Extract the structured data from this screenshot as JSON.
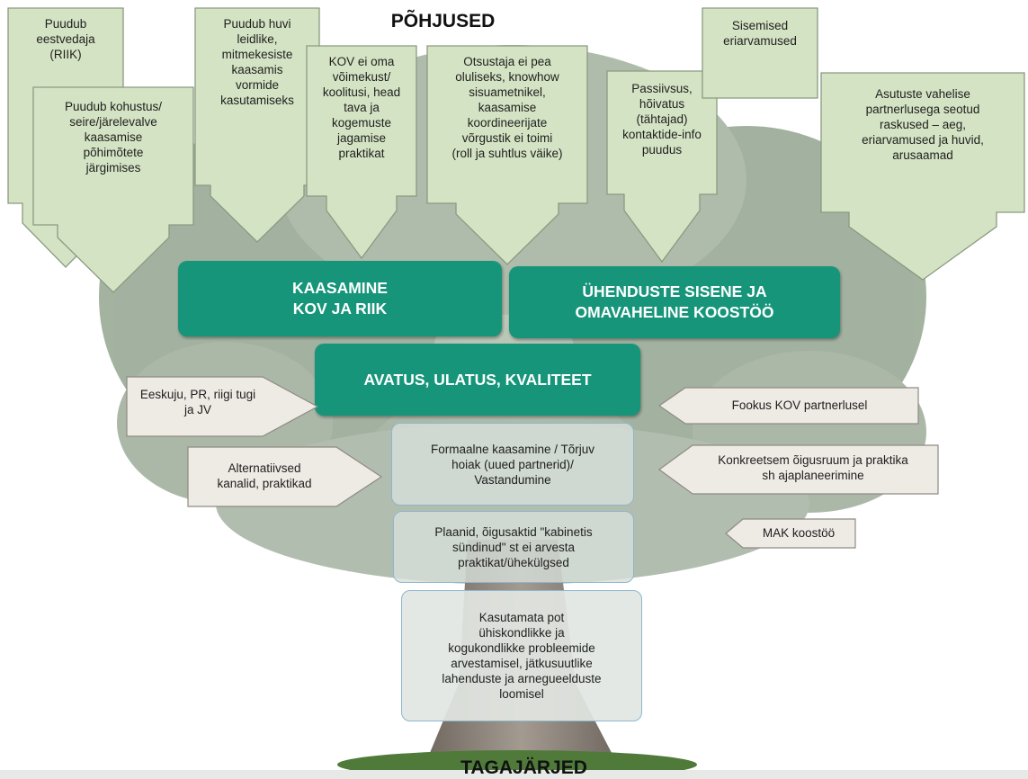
{
  "titles": {
    "top": "PÕHJUSED",
    "bottom": "TAGAJÄRJED"
  },
  "causes": {
    "c1": "Puudub\neestvedaja\n(RIIK)",
    "c2": "Puudub kohustus/\nseire/järelevalve\nkaasamise\npõhimõtete\njärgimises",
    "c3": "Puudub huvi\nleidlike,\nmitmekesiste\nkaasamis\nvormide\nkasutamiseks",
    "c4": "KOV ei oma\nvõimekust/\nkoolitusi, head\ntava ja\nkogemuste\njagamise\npraktikat",
    "c5": "Otsustaja ei pea\noluliseks, knowhow\nsisuametnikel,\nkaasamise\nkoordineerijate\nvõrgustik ei toimi\n(roll ja suhtlus väike)",
    "c6": "Passiivsus,\nhõivatus\n(tähtajad)\nkontaktide-info\npuudus",
    "c7": "Sisemised\neriarvamused",
    "c8": "Asutuste vahelise\npartnerlusega seotud\nraskused – aeg,\neriarvamused ja huvid,\narusaamad"
  },
  "core": {
    "left": "KAASAMINE\nKOV JA RIIK",
    "right": "ÜHENDUSTE SISENE JA\nOMAVAHELINE KOOSTÖÖ",
    "center": "AVATUS, ULATUS, KVALITEET"
  },
  "trunk": {
    "t1": "Formaalne kaasamine / Tõrjuv\nhoiak  (uued partnerid)/\nVastandumine",
    "t2": "Plaanid, õigusaktid \"kabinetis\nsündinud\" st ei arvesta\npraktikat/ühekülgsed",
    "t3": "Kasutamata pot\nühiskondlikke ja\nkogukondlikke probleemide\narvestamisel, jätkusuutlike\nlahenduste ja arnegueelduste\nloomisel"
  },
  "solutions": {
    "s1": "Eeskuju, PR, riigi tugi\nja JV",
    "s2": "Alternatiivsed\nkanalid, praktikad",
    "s3": "Fookus KOV partnerlusel",
    "s4": "Konkreetsem õigusruum ja praktika\nsh ajaplaneerimine",
    "s5": "MAK koostöö"
  },
  "colors": {
    "callout_fill": "#d4e3c3",
    "callout_stroke": "#8a9a80",
    "green_box": "#16957a",
    "side_arrow_fill": "#eeeae4",
    "tree_foliage": "#8fa08c",
    "trunk": "#8a8178"
  }
}
